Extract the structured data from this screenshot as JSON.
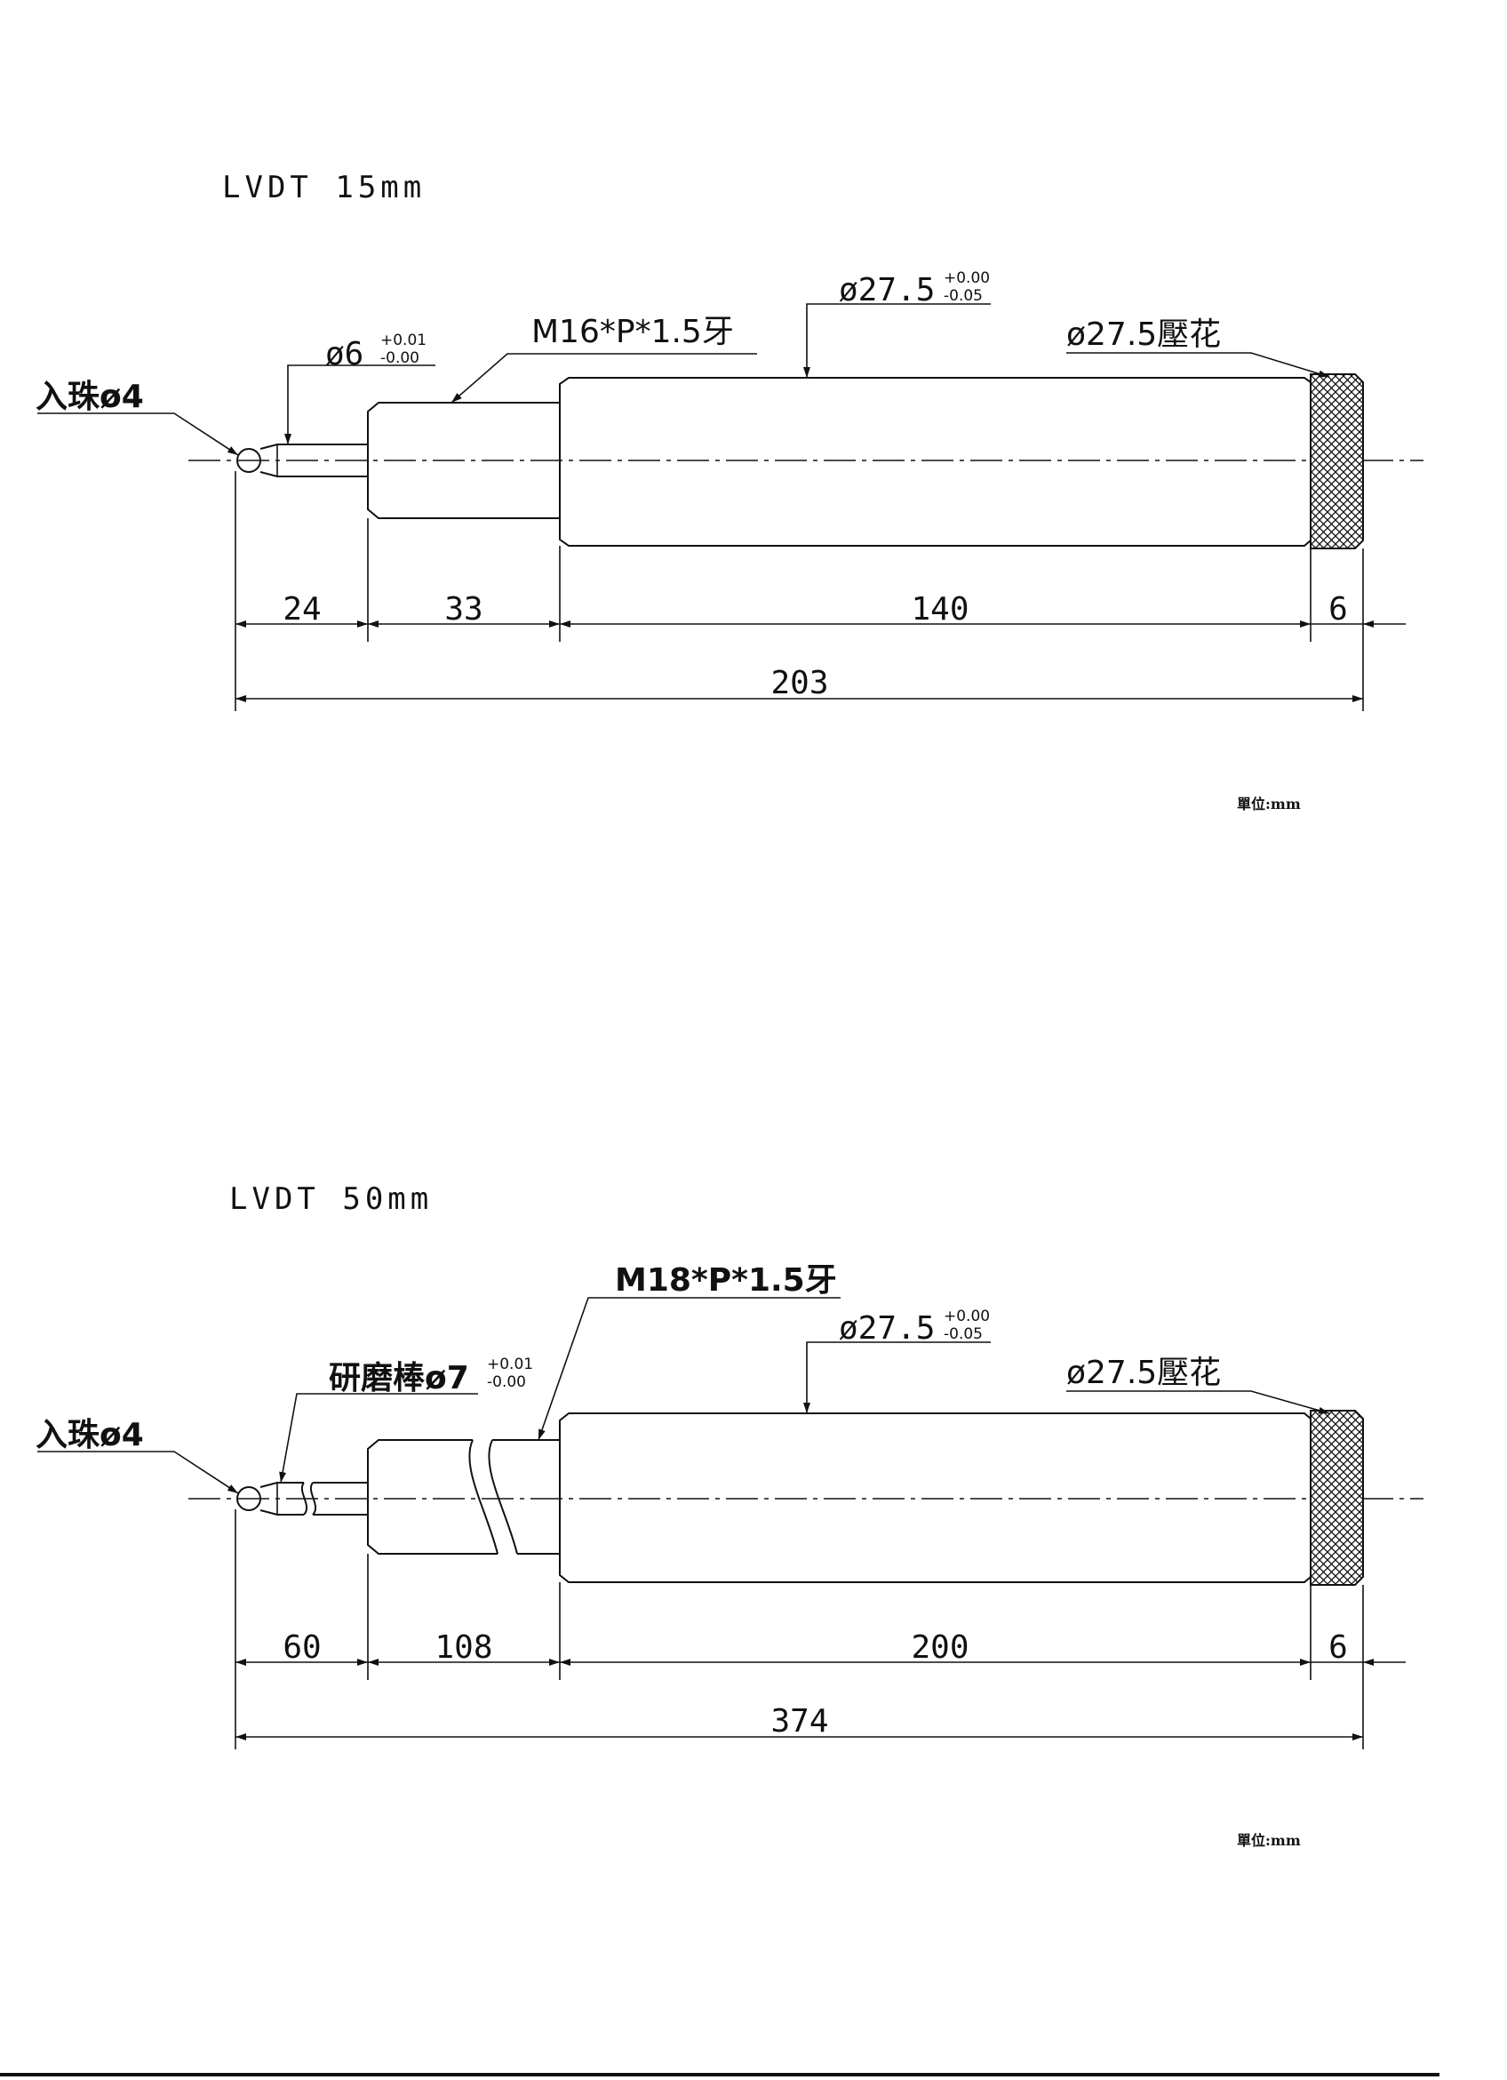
{
  "unit_label": "單位:mm",
  "drawings": [
    {
      "title": "LVDT 15mm",
      "ball_label": "入珠ø4",
      "shaft_label": "ø6",
      "shaft_tol_upper": "+0.01",
      "shaft_tol_lower": "-0.00",
      "thread_label": "M16*P*1.5牙",
      "body_label": "ø27.5",
      "body_tol_upper": "+0.00",
      "body_tol_lower": "-0.05",
      "knurl_label": "ø27.5壓花",
      "dims": [
        "24",
        "33",
        "140",
        "6"
      ],
      "total": "203"
    },
    {
      "title": "LVDT 50mm",
      "ball_label": "入珠ø4",
      "shaft_label": "研磨棒ø7",
      "shaft_tol_upper": "+0.01",
      "shaft_tol_lower": "-0.00",
      "thread_label": "M18*P*1.5牙",
      "body_label": "ø27.5",
      "body_tol_upper": "+0.00",
      "body_tol_lower": "-0.05",
      "knurl_label": "ø27.5壓花",
      "dims": [
        "60",
        "108",
        "200",
        "6"
      ],
      "total": "374"
    }
  ]
}
